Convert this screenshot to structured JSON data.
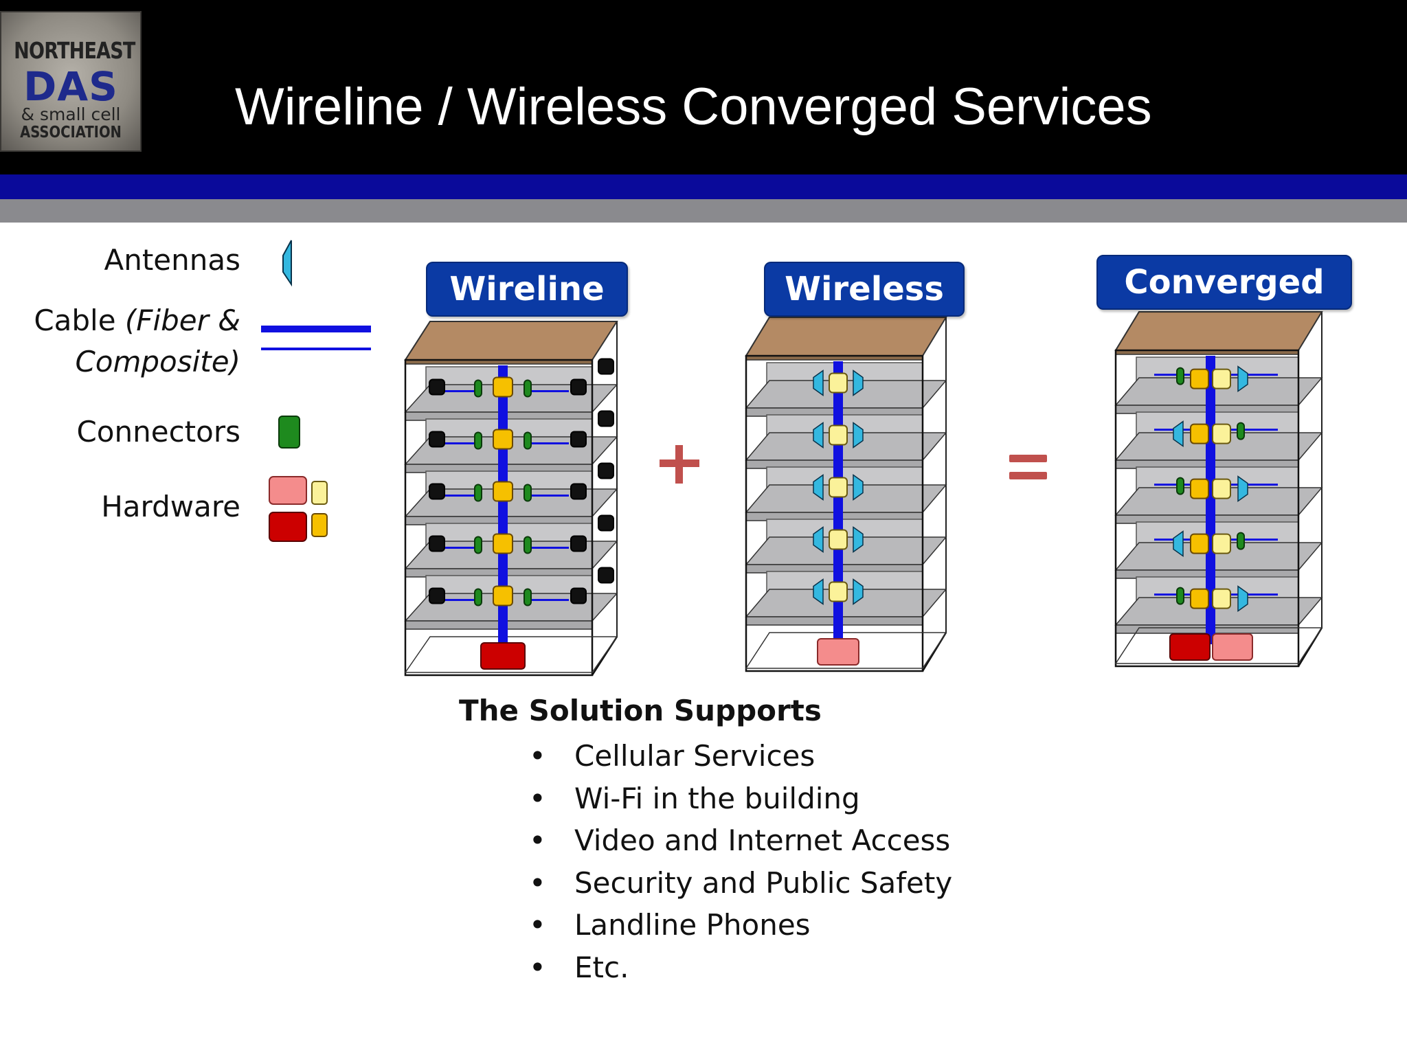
{
  "header": {
    "title": "Wireline / Wireless Converged Services",
    "logo": {
      "line1": "NORTHEAST",
      "line2": "DAS",
      "line3": "& small cell",
      "line4": "ASSOCIATION"
    }
  },
  "legend": {
    "antennas": "Antennas",
    "cable_line1_plain": "Cable ",
    "cable_line1_italic": "(Fiber &",
    "cable_line2": "Composite)",
    "connectors": "Connectors",
    "hardware": "Hardware"
  },
  "columns": {
    "wireline": "Wireline",
    "wireless": "Wireless",
    "converged": "Converged"
  },
  "operators": {
    "plus": "+",
    "equals": "="
  },
  "solution": {
    "title": "The Solution Supports",
    "items": [
      "Cellular Services",
      "Wi-Fi in the building",
      "Video and Internet Access",
      "Security and Public Safety",
      "Landline Phones",
      "Etc."
    ]
  },
  "colors": {
    "header_bg": "#000000",
    "blue_band": "#0a0a9a",
    "gray_band": "#8a8a8e",
    "tag_blue": "#0b3aa4",
    "cable_blue": "#1010e0",
    "roof_brown": "#b48a64",
    "connector_green": "#1e8a1e",
    "hardware_red": "#cc0000",
    "hardware_pink": "#f48c8c",
    "hardware_yellow": "#f6c000",
    "hardware_light_yellow": "#fbf29a",
    "antenna_cyan": "#34b8e0",
    "operator_red": "#c0504d"
  }
}
